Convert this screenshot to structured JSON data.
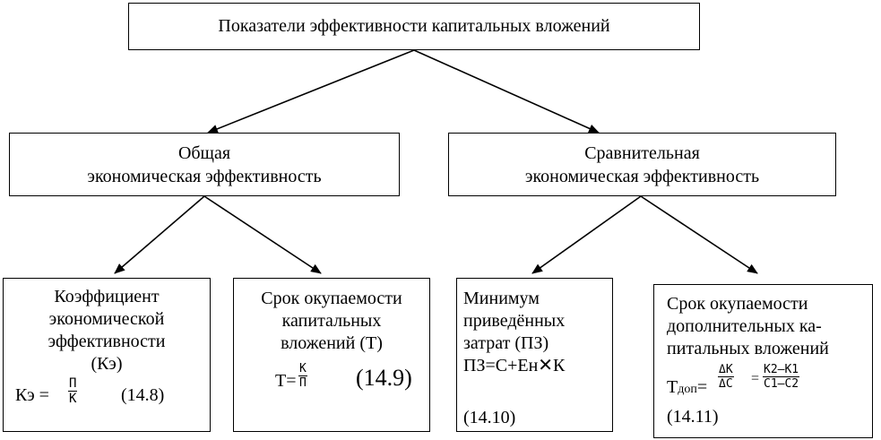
{
  "root": {
    "title": "Показатели эффективности капитальных вложений"
  },
  "left": {
    "line1": "Общая",
    "line2": "экономическая эффективность"
  },
  "right": {
    "line1": "Сравнительная",
    "line2": "экономическая эффективность"
  },
  "leaf1": {
    "line1": "Коэффициент",
    "line2": "экономической",
    "line3": "эффективности",
    "line4": "(Кэ)",
    "lhs": "Кэ =",
    "num": "П",
    "den": "К",
    "eq_no": "(14.8)"
  },
  "leaf2": {
    "line1": "Срок окупаемости",
    "line2": "капитальных",
    "line3": "вложений (Т)",
    "lhs": "Т=",
    "num": "К",
    "den": "П",
    "eq_no": "(14.9)"
  },
  "leaf3": {
    "line1": "Минимум",
    "line2": "приведённых",
    "line3": "затрат (ПЗ)",
    "formula": "ПЗ=С+Ен✕К",
    "eq_no": "(14.10)"
  },
  "leaf4": {
    "line1": "Срок окупаемости",
    "line2": "дополнительных ка-",
    "line3": "питальных вложений",
    "lhs_main": "Т",
    "lhs_sub": "доп",
    "lhs_eq": "=",
    "num1": "ΔК",
    "den1": "ΔС",
    "eq_mid": "=",
    "num2": "К2–К1",
    "den2": "С1–С2",
    "eq_no": "(14.11)"
  }
}
